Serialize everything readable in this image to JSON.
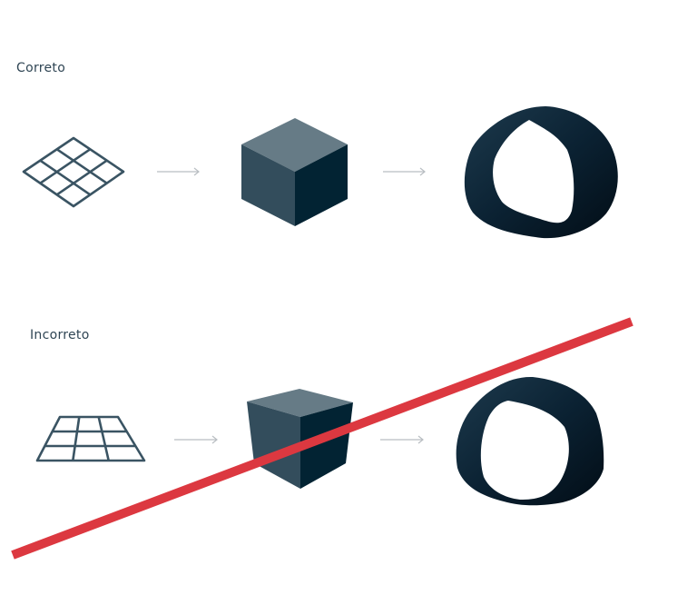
{
  "sections": {
    "correct": {
      "label": "Correto",
      "steps": [
        "grid-2d-isometric",
        "cube-isometric",
        "ring-band"
      ]
    },
    "incorrect": {
      "label": "Incorreto",
      "steps": [
        "grid-2d-perspective",
        "cube-skewed",
        "ring-band-distorted"
      ]
    }
  },
  "colors": {
    "text": "#2f4554",
    "grid_stroke": "#3a5463",
    "cube_top": "#667b86",
    "cube_left": "#334d5c",
    "cube_right": "#022333",
    "ring": "#0b2233",
    "arrow": "#b9bec2",
    "strike": "#dc3840"
  },
  "icons": {
    "arrow": "arrow-right-icon",
    "strike": "strike-through-line"
  }
}
